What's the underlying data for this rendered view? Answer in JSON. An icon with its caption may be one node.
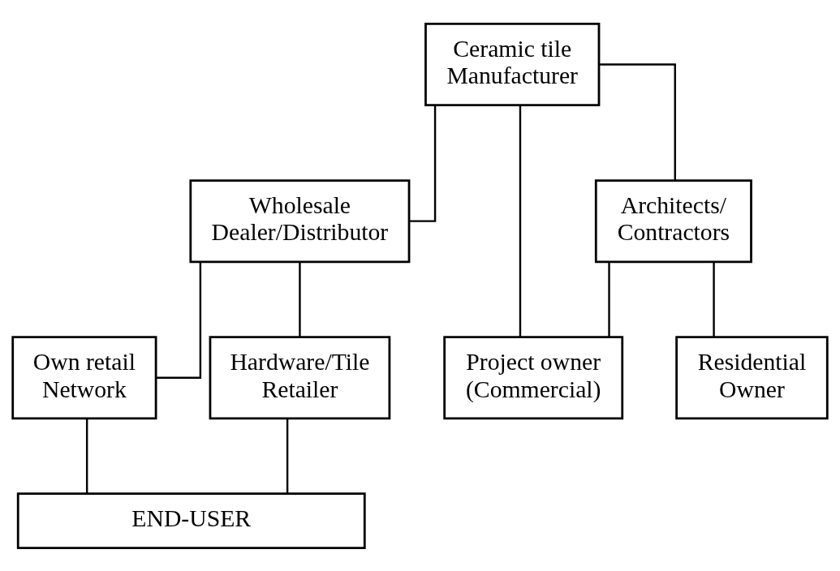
{
  "diagram": {
    "nodes": [
      {
        "text": [
          "Ceramic tile Manufacturer"
        ]
      },
      {
        "text": [
          "Wholesale Dealer/Distributor"
        ]
      },
      {
        "text": [
          "Architects/ Contractors"
        ]
      },
      {
        "text": [
          "Own retail Network"
        ]
      },
      {
        "text": [
          "Hardware/Tile Retailer"
        ]
      },
      {
        "text": [
          "Project owner (Commercial)"
        ]
      },
      {
        "text": [
          "Residential Owner"
        ]
      },
      {
        "text": [
          "END-USER"
        ]
      }
    ],
    "edges": [
      {
        "from": 0,
        "to": 1,
        "arrow": "none"
      },
      {
        "from": 0,
        "to": 2,
        "arrow": "none"
      },
      {
        "from": 0,
        "to": 5,
        "arrow": "none"
      },
      {
        "from": 1,
        "to": 3,
        "arrow": "none"
      },
      {
        "from": 1,
        "to": 4,
        "arrow": "none"
      },
      {
        "from": 2,
        "to": 5,
        "arrow": "none"
      },
      {
        "from": 2,
        "to": 6,
        "arrow": "none"
      },
      {
        "from": 3,
        "to": 7,
        "arrow": "none"
      },
      {
        "from": 4,
        "to": 7,
        "arrow": "none"
      }
    ]
  }
}
